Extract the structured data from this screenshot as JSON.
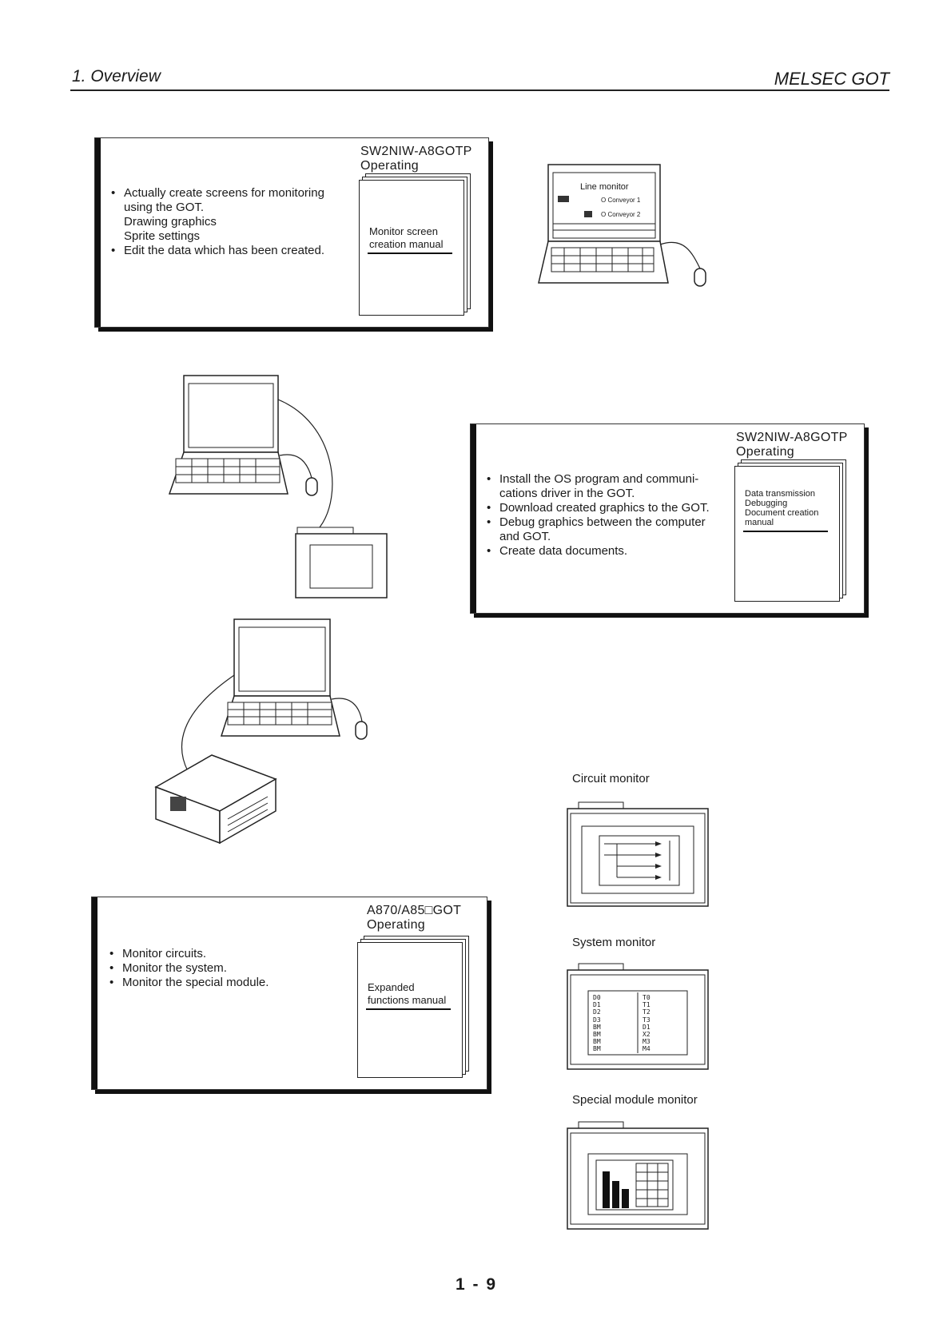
{
  "header": {
    "section": "1. Overview",
    "product": "MELSEC GOT"
  },
  "panels": [
    {
      "manual_title": "SW2NIW-A8GOTP",
      "manual_subtitle": "Operating",
      "items": [
        "Actually create screens for monitoring",
        "using the GOT.",
        "Drawing graphics",
        "Sprite settings",
        "Edit the data which has been created."
      ],
      "book_lines": [
        "Monitor screen",
        "creation manual"
      ]
    },
    {
      "manual_title": "SW2NIW-A8GOTP",
      "manual_subtitle": "Operating",
      "items": [
        "Install the OS program and communi-",
        "cations driver in the GOT.",
        "Download created graphics to the GOT.",
        "Debug graphics between the computer",
        "and GOT.",
        "Create data documents."
      ],
      "book_lines": [
        "Data transmission",
        "Debugging",
        "Document creation",
        "manual"
      ]
    },
    {
      "manual_title": "A870/A85□GOT",
      "manual_subtitle": "Operating",
      "items": [
        "Monitor circuits.",
        "Monitor the system.",
        "Monitor the special module."
      ],
      "book_lines": [
        "Expanded",
        "functions manual"
      ]
    }
  ],
  "laptop_screen": {
    "title": "Line monitor",
    "rows": [
      "O Conveyor 1",
      "O Conveyor 2"
    ]
  },
  "monitors": [
    {
      "caption": "Circuit monitor"
    },
    {
      "caption": "System monitor",
      "left_col": [
        "D0",
        "D1",
        "D2",
        "D3",
        "BM",
        "BM",
        "BM",
        "BM"
      ],
      "right_col": [
        "T0",
        "T1",
        "T2",
        "T3",
        "D1",
        "X2",
        "M3",
        "M4"
      ]
    },
    {
      "caption": "Special module monitor"
    }
  ],
  "footer": {
    "page_number": "1 - 9"
  }
}
